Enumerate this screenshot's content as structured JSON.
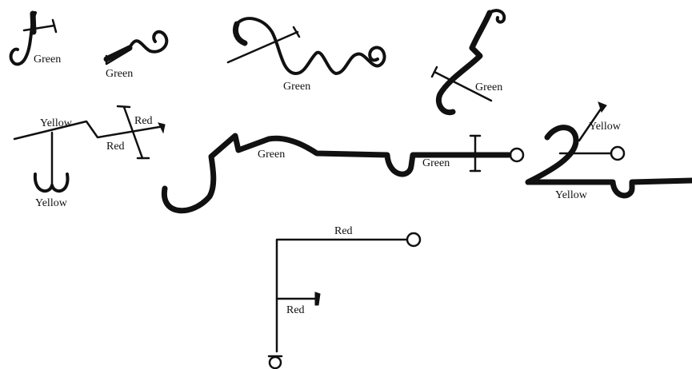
{
  "labels": {
    "sigil1": "Green",
    "sigil2": "Green",
    "sigil3": "Green",
    "sigil4": "Green",
    "sigil5_yellow_top": "Yellow",
    "sigil5_red_diag": "Red",
    "sigil5_red_bar": "Red",
    "sigil5_yellow_bottom": "Yellow",
    "sigil6_green_left": "Green",
    "sigil6_green_right": "Green",
    "sigil7_yellow_top": "Yellow",
    "sigil7_yellow_bottom": "Yellow",
    "sigil8_red_top": "Red",
    "sigil8_red_mid": "Red"
  }
}
